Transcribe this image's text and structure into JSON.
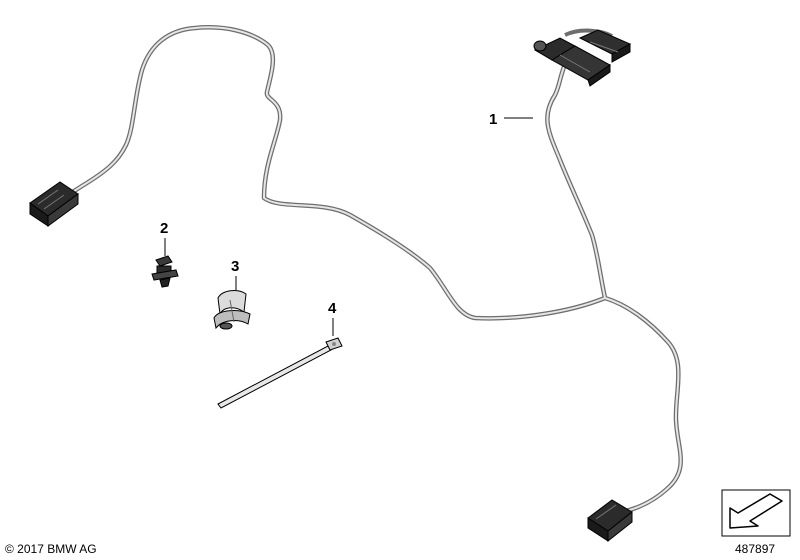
{
  "callouts": {
    "part1": "1",
    "part2": "2",
    "part3": "3",
    "part4": "4"
  },
  "footer": {
    "copyright": "© 2017 BMW AG",
    "reference": "487897"
  },
  "icons": {
    "nav_arrow": "direction-arrow-icon"
  },
  "colors": {
    "line": "#000000",
    "harness": "#8a8a8a",
    "connector": "#2a2a2a"
  }
}
